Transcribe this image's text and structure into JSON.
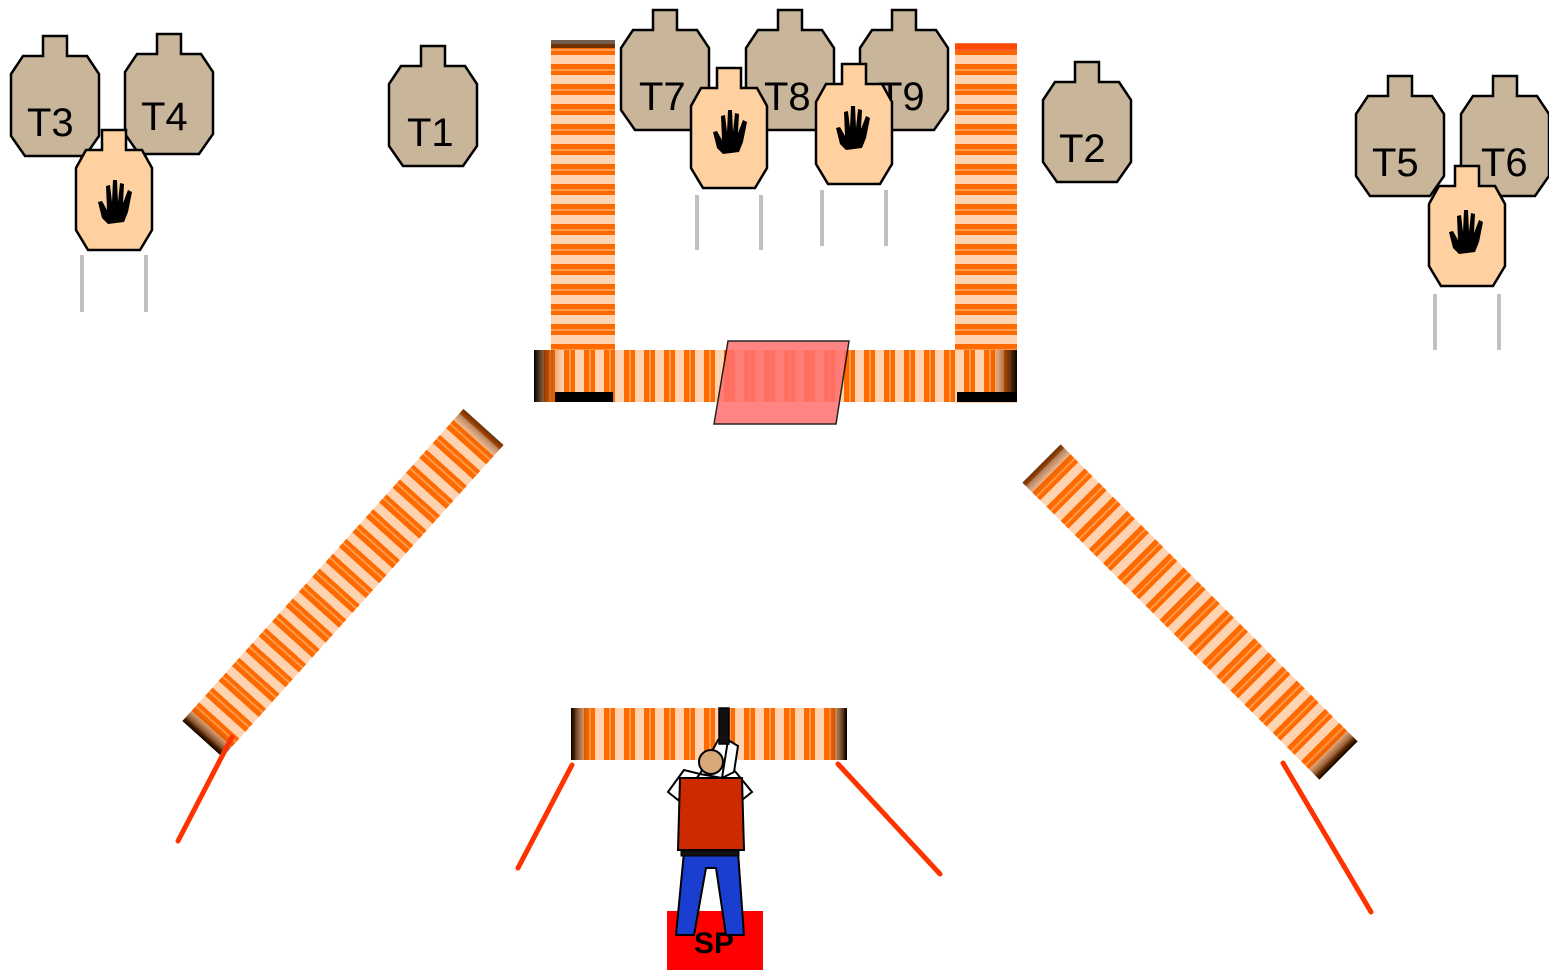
{
  "stage": {
    "name": "course-of-fire-layout",
    "colors": {
      "target": "#c8b59a",
      "no_shoot": "#ffd0a0",
      "barrier_orange": "#ff6a00",
      "barrier_light": "#ffd2b0",
      "fault_line": "#ff3300",
      "start_box": "#ff0000",
      "port": "#ff6f6f",
      "stand": "#c0c0c0"
    },
    "icons": {
      "no_shoot_mark": "open-hand-icon",
      "shooter": "shooter-figure-icon"
    }
  },
  "targets": {
    "t1": "T1",
    "t2": "T2",
    "t3": "T3",
    "t4": "T4",
    "t5": "T5",
    "t6": "T6",
    "t7": "T7",
    "t8": "T8",
    "t9": "T9"
  },
  "start_position": {
    "label": "SP"
  }
}
